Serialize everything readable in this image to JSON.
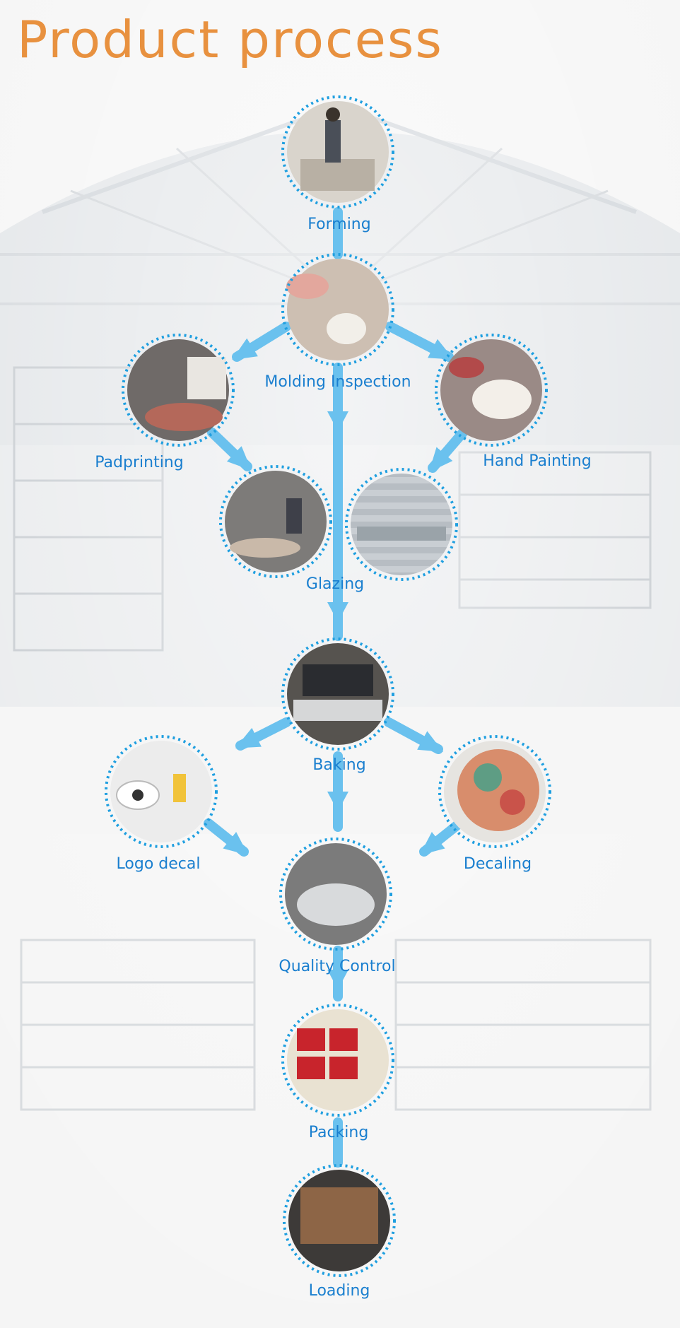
{
  "title": "Product process",
  "colors": {
    "title": "#e8913f",
    "flow": "#6ac1ee",
    "label": "#1a7fcf",
    "ring": "#1f9fe0",
    "background": "#f3f3f3"
  },
  "steps": {
    "forming": {
      "label": "Forming",
      "photo": "worker-at-molding-table"
    },
    "molding_inspection": {
      "label": "Molding Inspection",
      "photo": "inspecting-bowls"
    },
    "padprinting": {
      "label": "Padprinting",
      "photo": "padprinting-machine-bowls"
    },
    "hand_painting": {
      "label": "Hand Painting",
      "photo": "painted-plates"
    },
    "glazing": {
      "label": "Glazing",
      "photo": "glazing-worker-and-glaze-line"
    },
    "baking": {
      "label": "Baking",
      "photo": "kiln"
    },
    "logo_decal": {
      "label": "Logo decal",
      "photo": "bowl-with-logo"
    },
    "decaling": {
      "label": "Decaling",
      "photo": "decorated-plate"
    },
    "quality_control": {
      "label": "Quality Control",
      "photo": "stacked-cups"
    },
    "packing": {
      "label": "Packing",
      "photo": "red-boxes"
    },
    "loading": {
      "label": "Loading",
      "photo": "cartons-in-container"
    }
  }
}
